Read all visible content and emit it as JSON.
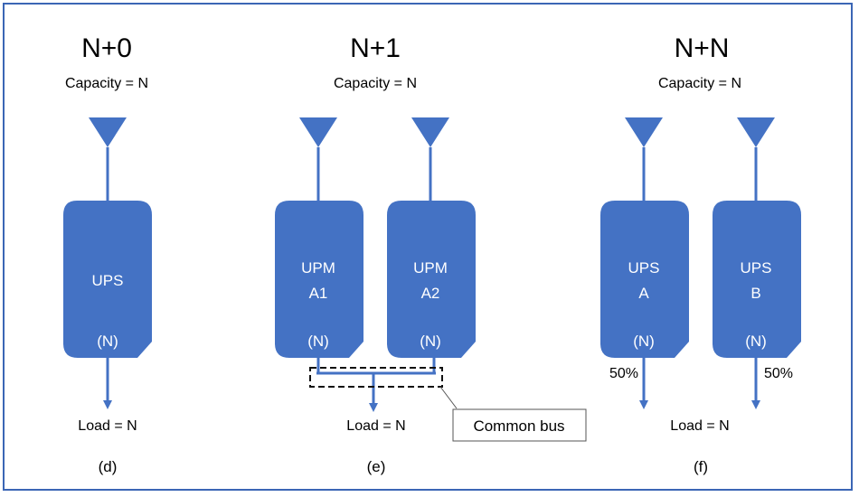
{
  "colors": {
    "primary": "#4472c4",
    "border": "#3b66b5",
    "text": "#000000"
  },
  "panels": [
    {
      "id": "d",
      "title": "N+0",
      "capacity": "Capacity = N",
      "units": [
        {
          "name": "UPS",
          "line2": "",
          "rating": "(N)"
        }
      ],
      "load": "Load = N",
      "label": "(d)"
    },
    {
      "id": "e",
      "title": "N+1",
      "capacity": "Capacity = N",
      "units": [
        {
          "name": "UPM",
          "line2": "A1",
          "rating": "(N)"
        },
        {
          "name": "UPM",
          "line2": "A2",
          "rating": "(N)"
        }
      ],
      "load": "Load = N",
      "label": "(e)",
      "callout": "Common bus"
    },
    {
      "id": "f",
      "title": "N+N",
      "capacity": "Capacity = N",
      "units": [
        {
          "name": "UPS",
          "line2": "A",
          "rating": "(N)",
          "share": "50%"
        },
        {
          "name": "UPS",
          "line2": "B",
          "rating": "(N)",
          "share": "50%"
        }
      ],
      "load": "Load = N",
      "label": "(f)"
    }
  ]
}
